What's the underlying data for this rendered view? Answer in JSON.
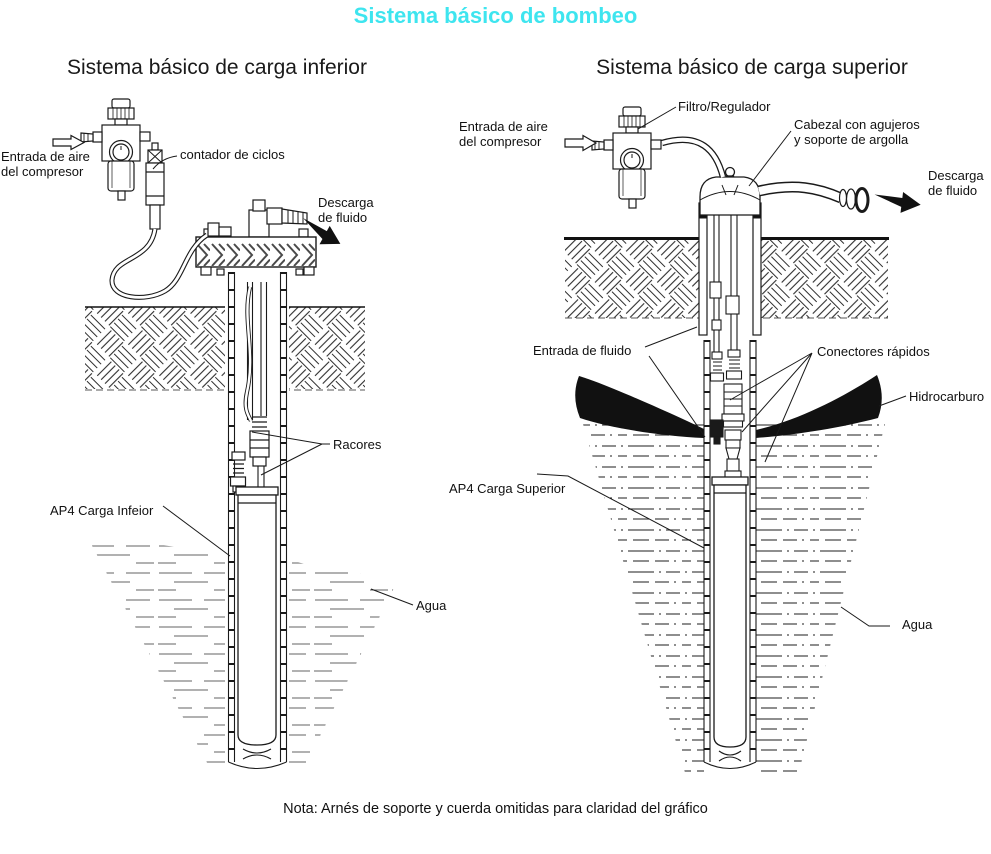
{
  "page": {
    "title": "Sistema básico de bombeo",
    "title_color": "#3ee5ef",
    "line_color": "#1a1a1a",
    "note": "Nota: Arnés de soporte y cuerda omitidas para claridad del gráfico"
  },
  "left": {
    "subtitle": "Sistema básico de carga inferior",
    "labels": {
      "air_inlet": "Entrada de aire\ndel compresor",
      "cycle_counter": "contador de ciclos",
      "discharge": "Descarga\nde fluido",
      "fittings": "Racores",
      "pump": "AP4  Carga Infeior",
      "water": "Agua"
    }
  },
  "right": {
    "subtitle": "Sistema básico de carga superior",
    "labels": {
      "air_inlet": "Entrada de aire\ndel compresor",
      "filter_regulator": "Filtro/Regulador",
      "head": "Cabezal con agujeros\ny soporte de argolla",
      "discharge": "Descarga\nde fluido",
      "fluid_inlet": "Entrada de fluido",
      "quick_connectors": "Conectores rápidos",
      "hydrocarbon": "Hidrocarburo",
      "pump": "AP4  Carga Superior",
      "water": "Agua"
    }
  }
}
